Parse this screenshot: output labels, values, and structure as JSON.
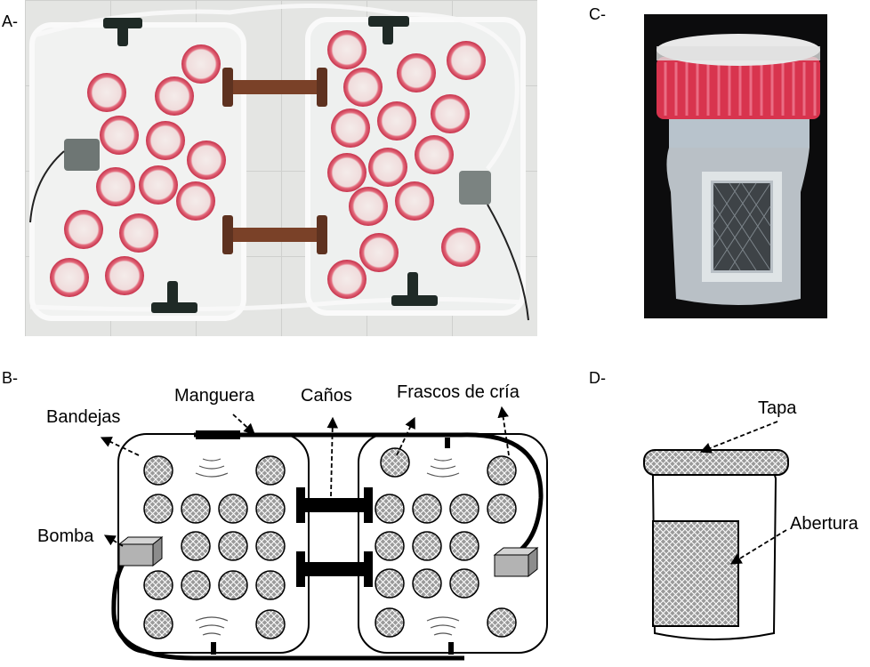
{
  "panels": {
    "a": "A-",
    "b": "B-",
    "c": "C-",
    "d": "D-"
  },
  "diagram_b": {
    "bandejas": "Bandejas",
    "manguera": "Manguera",
    "canos": "Caños",
    "frascos": "Frascos de cría",
    "bomba": "Bomba"
  },
  "diagram_d": {
    "tapa": "Tapa",
    "abertura": "Abertura"
  },
  "colors": {
    "jar_cap_red": "#d8344e",
    "tray_white": "#eef0ee",
    "tile_bg": "#e6e6e4",
    "pipe_brown": "#6d3b24",
    "pump_grey": "#b8b8b8"
  }
}
